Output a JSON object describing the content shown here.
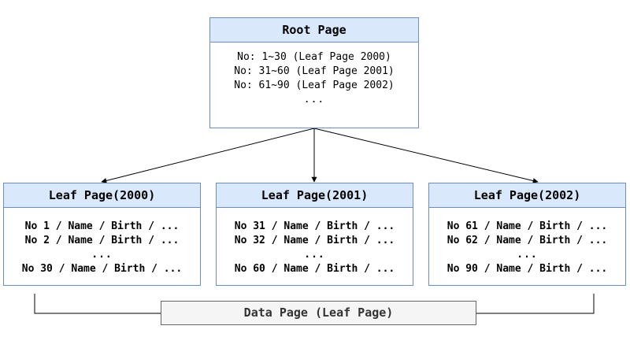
{
  "root_page": {
    "title": "Root Page",
    "lines": [
      "No: 1~30 (Leaf Page 2000)",
      "No: 31~60 (Leaf Page 2001)",
      "No: 61~90 (Leaf Page 2002)",
      "..."
    ]
  },
  "leaf_pages": [
    {
      "title": "Leaf Page(2000)",
      "lines": [
        "No 1 / Name / Birth / ...",
        "No 2 / Name / Birth / ...",
        "...",
        "No 30 / Name / Birth / ..."
      ]
    },
    {
      "title": "Leaf Page(2001)",
      "lines": [
        "No 31 / Name / Birth / ...",
        "No 32 / Name / Birth / ...",
        "...",
        "No 60 / Name / Birth / ..."
      ]
    },
    {
      "title": "Leaf Page(2002)",
      "lines": [
        "No 61 / Name / Birth / ...",
        "No 62 / Name / Birth / ...",
        "...",
        "No 90 / Name / Birth / ..."
      ]
    }
  ],
  "data_page_label": "Data Page (Leaf Page)",
  "colors": {
    "header_fill": "#dae8fc",
    "header_border": "#6c8ebf",
    "label_fill": "#f5f5f5",
    "label_border": "#666666"
  }
}
